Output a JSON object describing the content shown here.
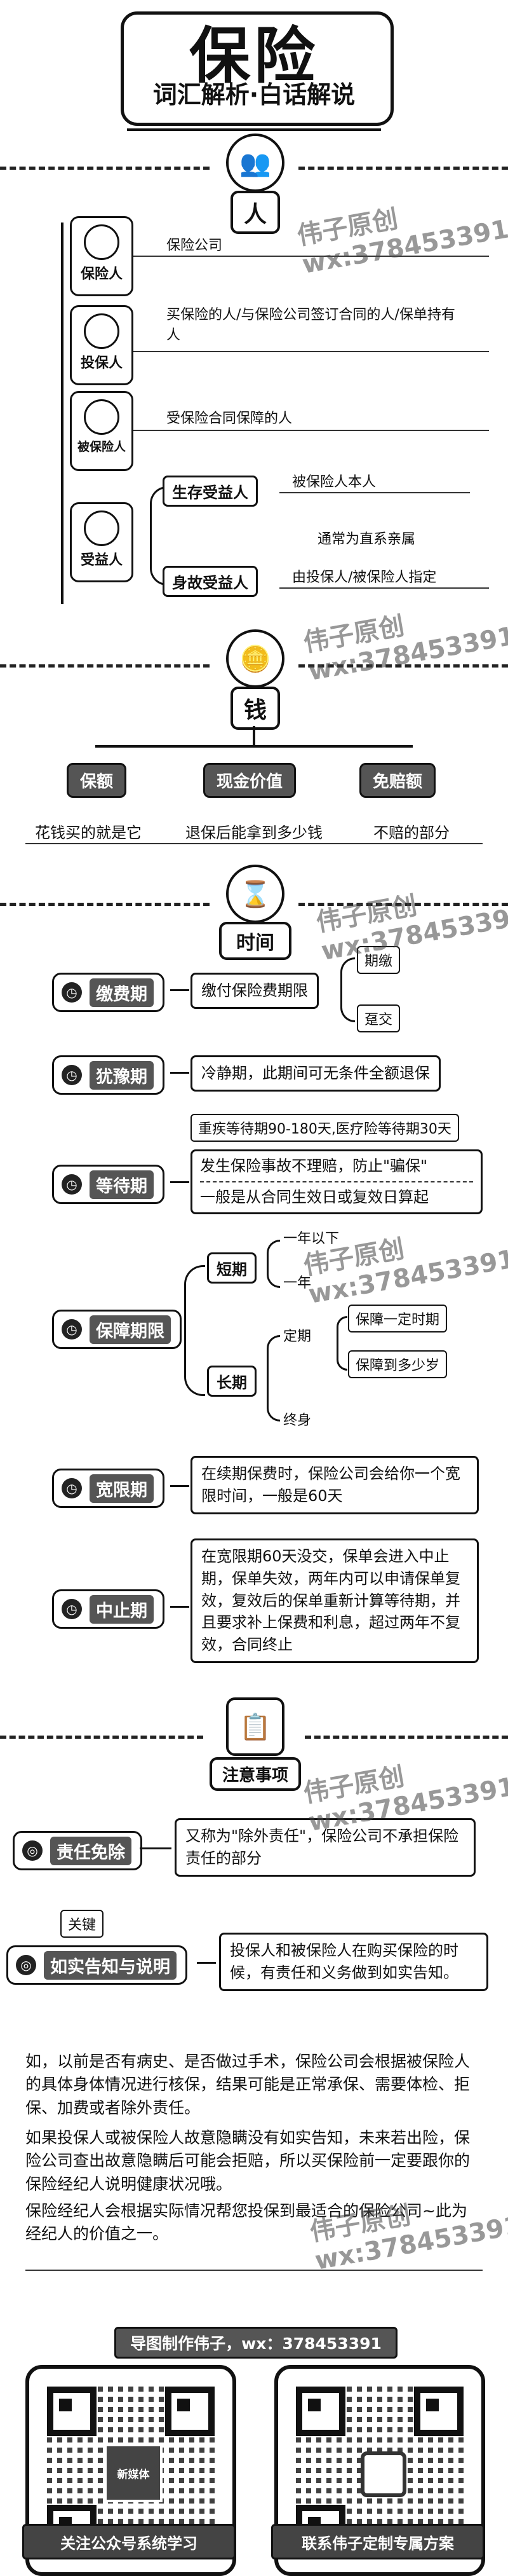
{
  "header": {
    "title": "保险",
    "subtitle": "词汇解析·白话解说"
  },
  "watermark": {
    "line1": "伟子原创",
    "line2": "wx:378453391"
  },
  "people": {
    "section_label": "人",
    "rows": [
      {
        "label": "保险人",
        "desc": "保险公司"
      },
      {
        "label": "投保人",
        "desc": "买保险的人/与保险公司签订合同的人/保单持有人"
      },
      {
        "label": "被保险人",
        "desc": "受保险合同保障的人"
      },
      {
        "label": "受益人"
      }
    ],
    "beneficiary": {
      "living": {
        "label": "生存受益人",
        "desc": "被保险人本人"
      },
      "death": {
        "label": "身故受益人",
        "note": "通常为直系亲属",
        "desc": "由投保人/被保险人指定"
      }
    }
  },
  "money": {
    "section_label": "钱",
    "items": [
      {
        "label": "保额",
        "desc": "花钱买的就是它"
      },
      {
        "label": "现金价值",
        "desc": "退保后能拿到多少钱"
      },
      {
        "label": "免赔额",
        "desc": "不赔的部分"
      }
    ]
  },
  "time": {
    "section_label": "时间",
    "pay_period": {
      "label": "缴费期",
      "desc": "缴付保险费期限",
      "options": [
        "期缴",
        "趸交"
      ]
    },
    "cooling": {
      "label": "犹豫期",
      "desc": "冷静期，此期间可无条件全额退保"
    },
    "waiting": {
      "label": "等待期",
      "top": "重疾等待期90-180天,医疗险等待期30天",
      "mid": "发生保险事故不理赔，防止\"骗保\"",
      "bottom": "一般是从合同生效日或复效日算起"
    },
    "term": {
      "label": "保障期限",
      "short": {
        "label": "短期",
        "items": [
          "一年以下",
          "一年"
        ]
      },
      "long": {
        "label": "长期",
        "fixed": "定期",
        "fixed_items": [
          "保障一定时期",
          "保障到多少岁"
        ],
        "life": "终身"
      }
    },
    "grace": {
      "label": "宽限期",
      "desc": "在续期保费时，保险公司会给你一个宽限时间，一般是60天"
    },
    "lapse": {
      "label": "中止期",
      "desc": "在宽限期60天没交，保单会进入中止期，保单失效，两年内可以申请保单复效，复效后的保单重新计算等待期，并且要求补上保费和利息，超过两年不复效，合同终止"
    }
  },
  "notice": {
    "section_label": "注意事项",
    "exemption": {
      "label": "责任免除",
      "desc": "又称为\"除外责任\"，保险公司不承担保险责任的部分"
    },
    "key_tag": "关键",
    "disclosure": {
      "label": "如实告知与说明",
      "desc": "投保人和被保险人在购买保险的时候，有责任和义务做到如实告知。"
    }
  },
  "paragraphs": [
    "如，以前是否有病史、是否做过手术，保险公司会根据被保险人的具体身体情况进行核保，结果可能是正常承保、需要体检、拒保、加费或者除外责任。",
    "如果投保人或被保险人故意隐瞒没有如实告知，未来若出险，保险公司查出故意隐瞒后可能会拒赔，所以买保险前一定要跟你的保险经纪人说明健康状况哦。",
    "保险经纪人会根据实际情况帮您投保到最适合的保险公司~此为经纪人的价值之一。"
  ],
  "footer": {
    "credit": "导图制作伟子，wx：378453391",
    "qr_left_caption": "关注公众号系统学习",
    "qr_left_center": "新媒体",
    "qr_right_caption": "联系伟子定制专属方案"
  }
}
